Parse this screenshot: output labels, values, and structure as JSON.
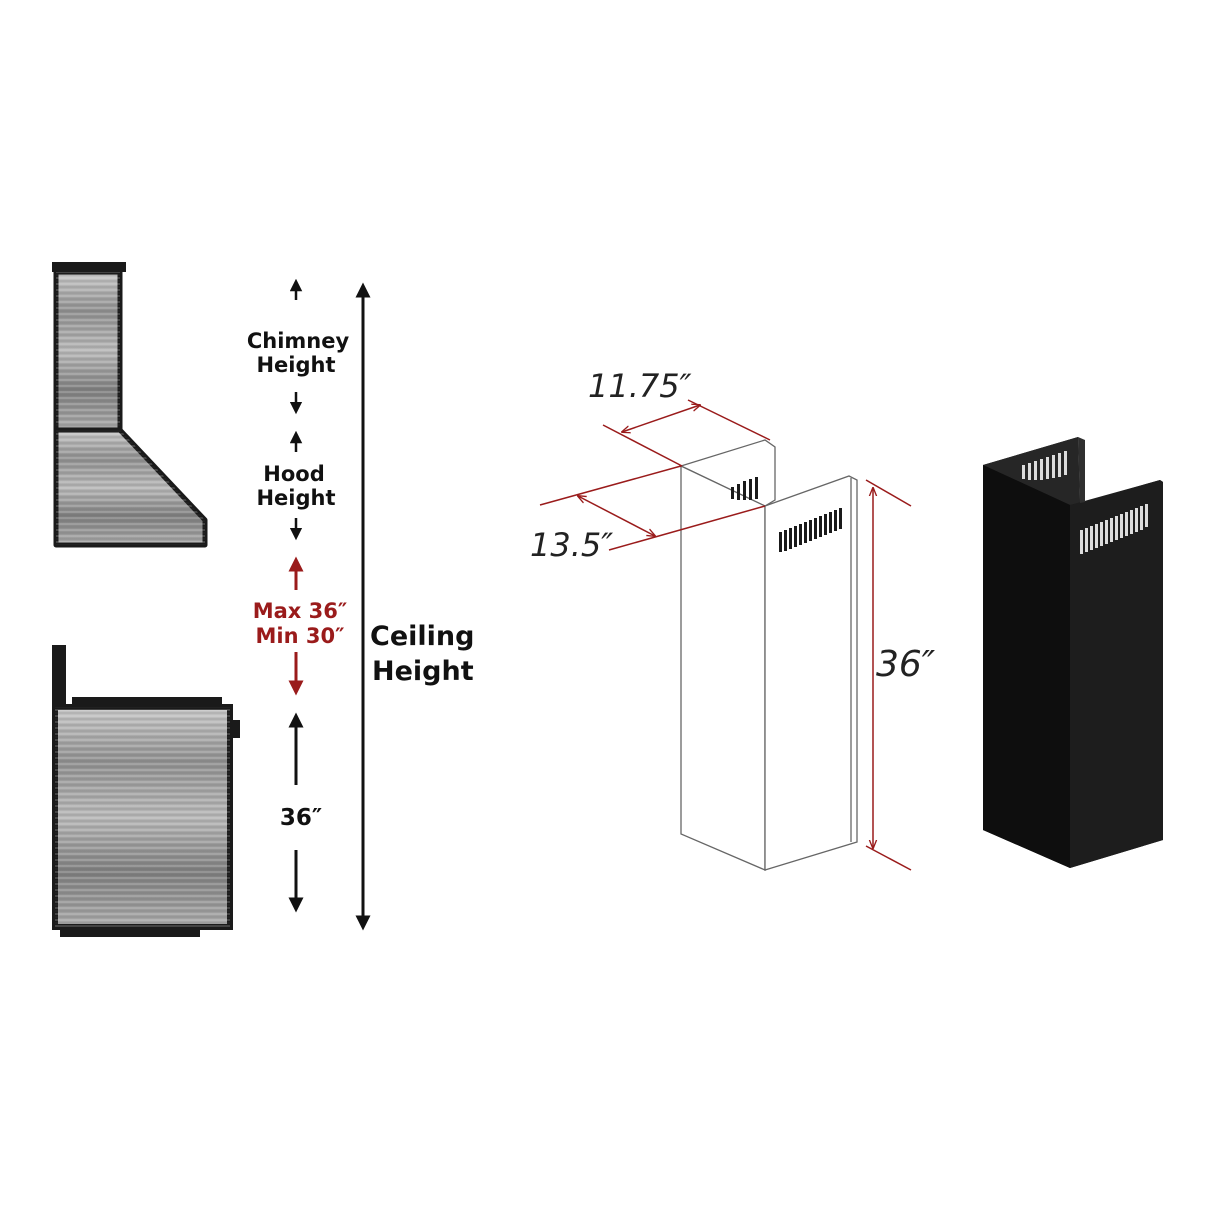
{
  "left_diagram": {
    "chimney_height": [
      "Chimney",
      "Height"
    ],
    "hood_height": [
      "Hood",
      "Height"
    ],
    "clearance": [
      "Max 36″",
      "Min 30″"
    ],
    "ceiling_height": [
      "Ceiling",
      "Height"
    ],
    "range_height": "36″"
  },
  "chimney_diagram": {
    "depth": "11.75″",
    "width": "13.5″",
    "height": "36″"
  },
  "colors": {
    "red_accent": "#9a1b1b",
    "dark": "#111111",
    "steel": "#9a9a9a",
    "black_finish": "#141414"
  },
  "icons": [
    "up-arrow-icon",
    "down-arrow-icon"
  ]
}
